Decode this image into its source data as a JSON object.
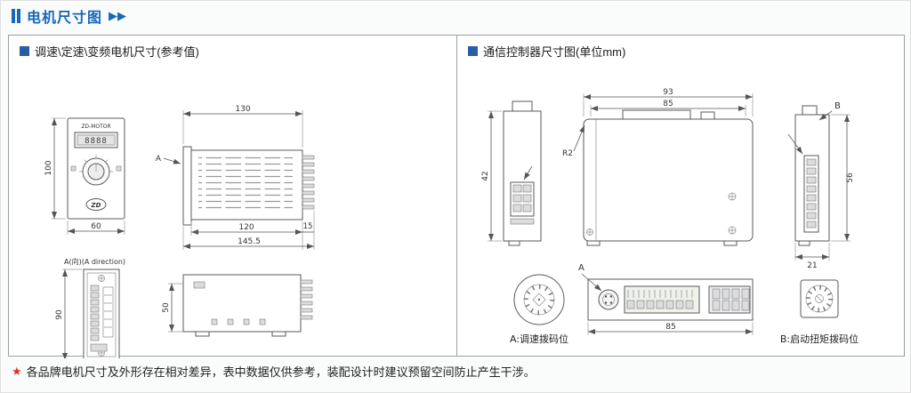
{
  "header": {
    "title": "电机尺寸图",
    "arrows_icon": "▶▶"
  },
  "panels": {
    "left": {
      "title": "调速\\定速\\变频电机尺寸(参考值)",
      "front": {
        "brand": "ZD-MOTOR",
        "display": "8888",
        "logo": "ZD",
        "height": "100",
        "width": "60"
      },
      "side": {
        "view_label": "A",
        "top_width": "130",
        "body_width": "120",
        "tab_width": "15",
        "total_width": "145.5"
      },
      "rear": {
        "label": "A(向)(A direction)",
        "height": "90"
      },
      "bottom_side": {
        "height": "50"
      }
    },
    "right": {
      "title": "通信控制器尺寸图(单位mm)",
      "top_view": {
        "height": "42"
      },
      "main_view": {
        "outer_width": "93",
        "inner_width": "85",
        "corner_radius": "R2"
      },
      "side_view": {
        "label": "B",
        "height": "56",
        "depth": "21"
      },
      "front_view": {
        "label": "A",
        "width": "85"
      },
      "callout_a": {
        "caption": "A:调速拨码位"
      },
      "callout_b": {
        "caption": "B:启动扭矩拨码位"
      }
    }
  },
  "footnote": {
    "star_icon": "★",
    "text": "各品牌电机尺寸及外形存在相对差异，表中数据仅供参考，装配设计时建议预留空间防止产生干涉。"
  }
}
